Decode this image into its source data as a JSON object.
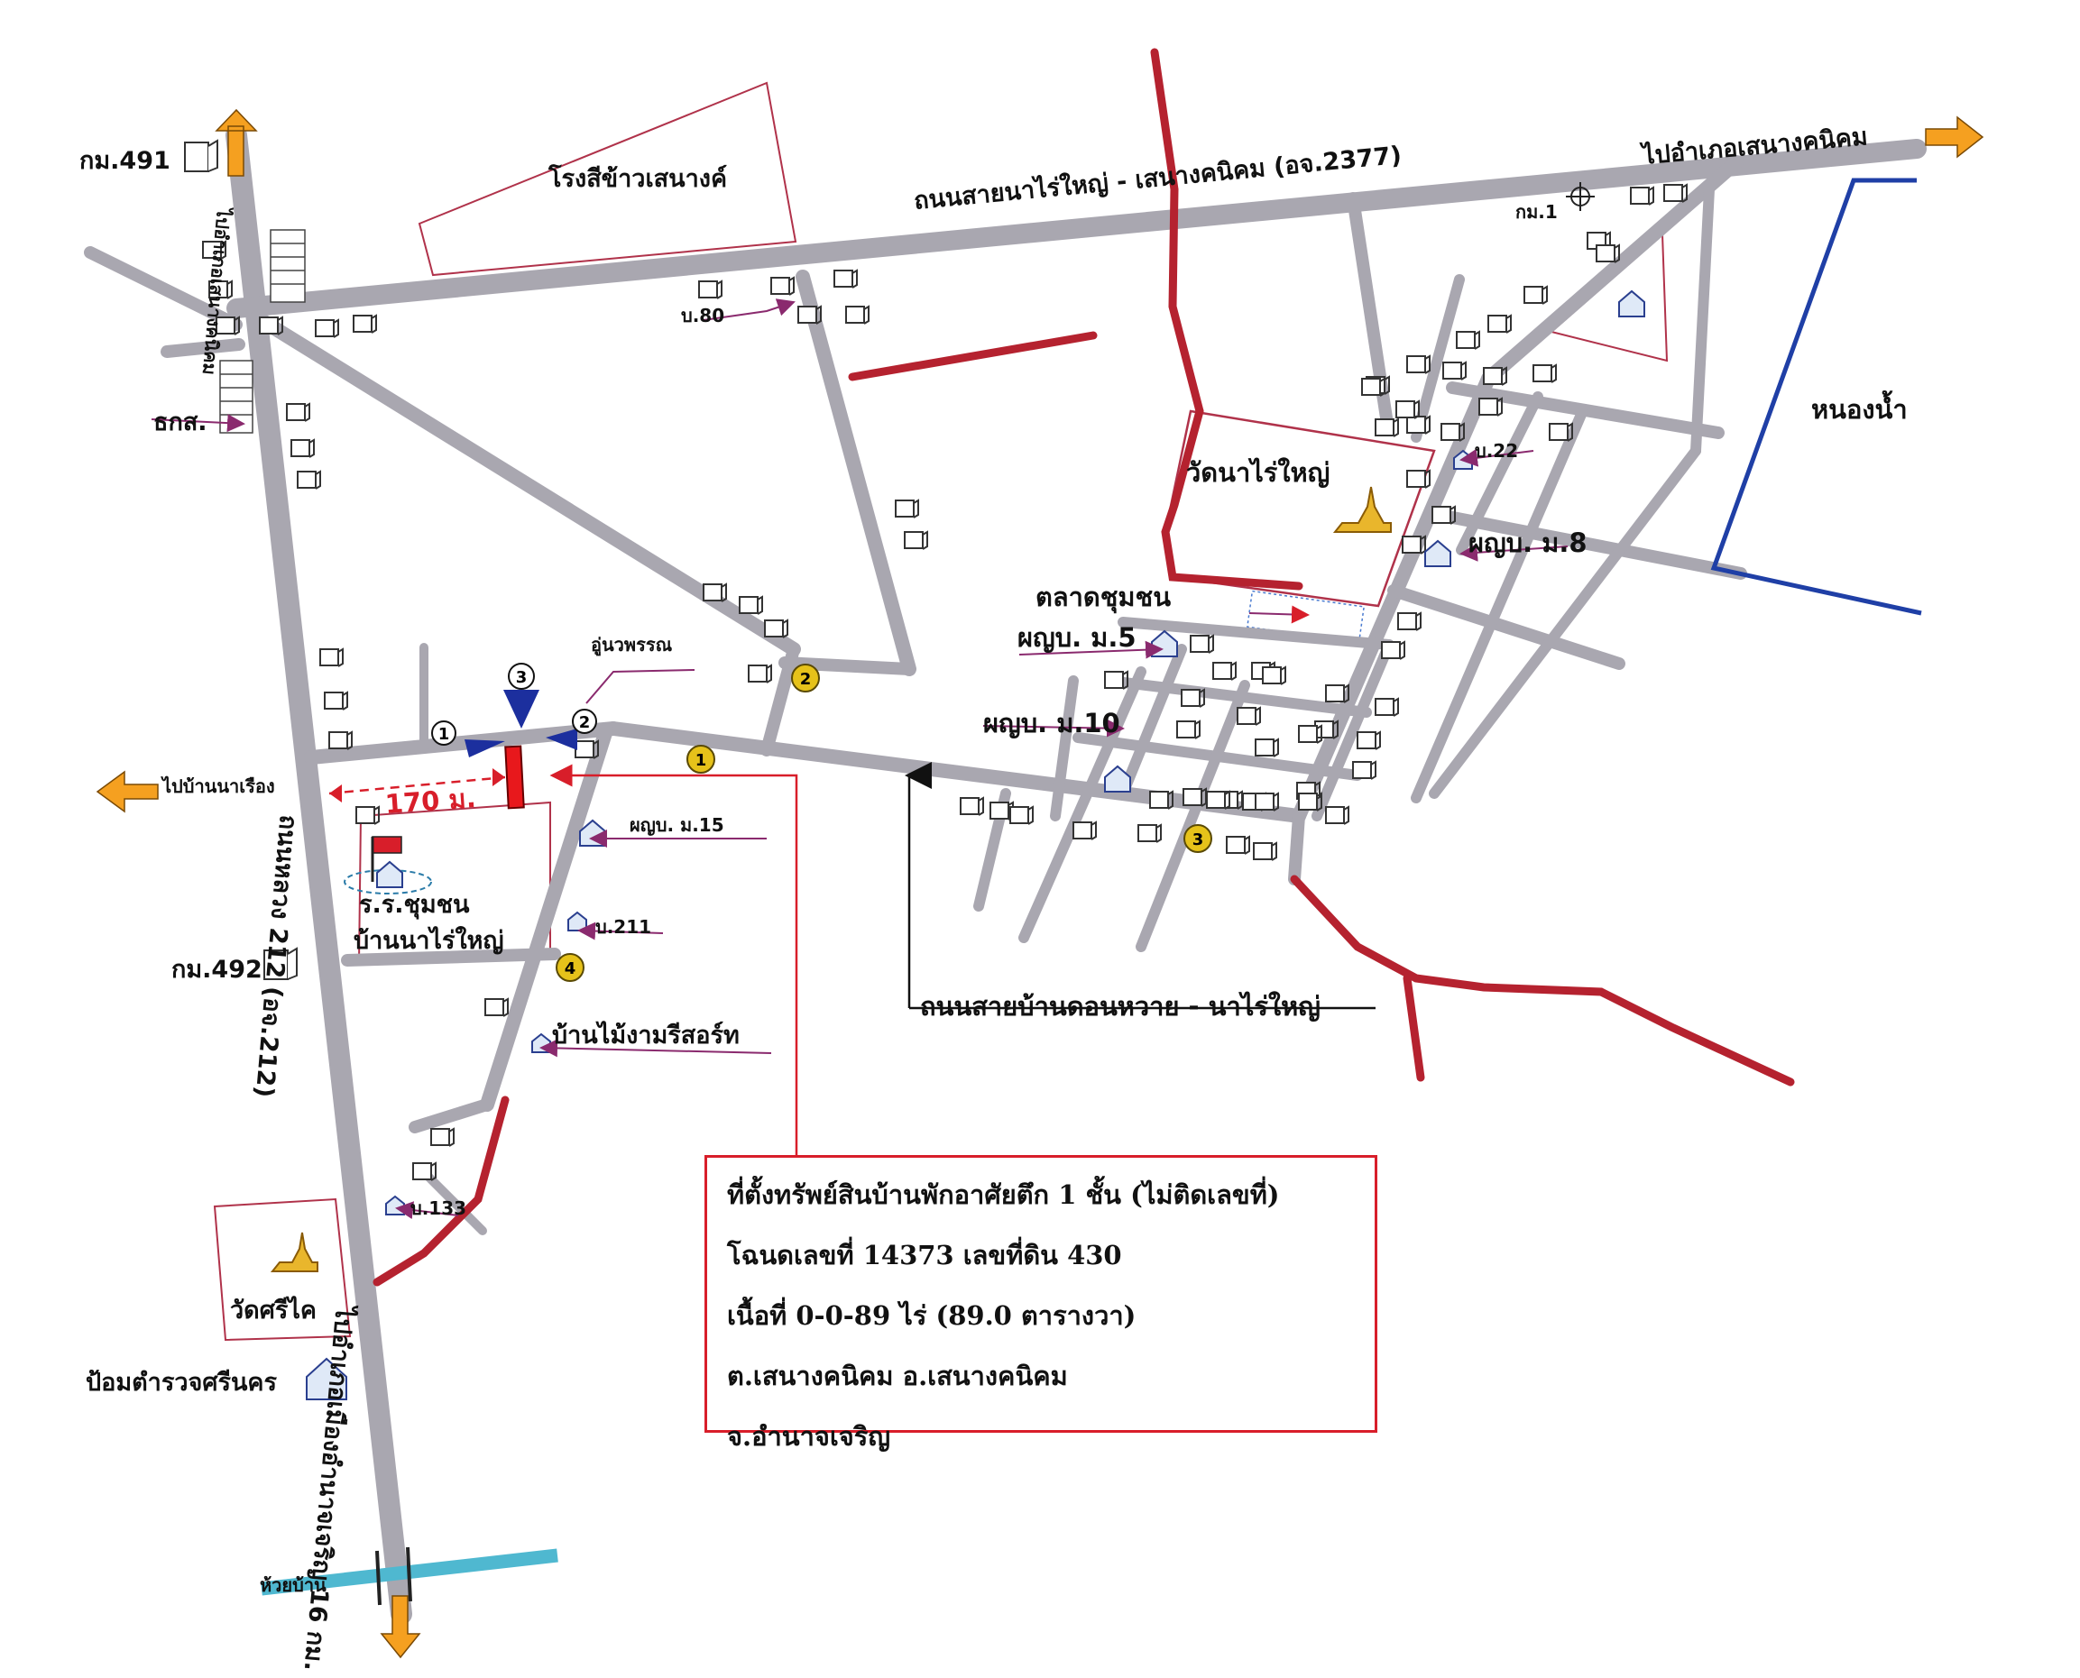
{
  "landmarks": {
    "km491": "กม.491",
    "km492": "กม.492",
    "km1": "กม.1",
    "rice_mill": "โรงสีข้าวเสนางค์",
    "baac": "ธกส.",
    "b80": "บ.80",
    "b22": "บ.22",
    "b211": "บ.211",
    "b133": "บ.133",
    "wat_nari_yai": "วัดนาไร่ใหญ่",
    "wat_sri_khai": "วัดศรีไค",
    "market": "ตลาดชุมชน",
    "village_head_m5": "ผญบ. ม.5",
    "village_head_m8": "ผญบ. ม.8",
    "village_head_m10": "ผญบ. ม.10",
    "village_head_m15": "ผญบ. ม.15",
    "garage": "อู่นวพรรณ",
    "school_line1": "ร.ร.ชุมชน",
    "school_line2": "บ้านนาไร่ใหญ่",
    "resort": "บ้านไม้งามรีสอร์ท",
    "police": "ป้อมตำรวจศรีนคร",
    "pond": "หนองน้ำ",
    "creek": "ห้วยบ้าน"
  },
  "roads": {
    "main_road": "ถนนสายนาไร่ใหญ่ - เสนางคนิคม (อจ.2377)",
    "to_senang": "ไปอำเภอเสนางคนิคม",
    "donhwai_road": "ถนนสายบ้านดอนหวาย - นาไร่ใหญ่",
    "to_na_rueang": "ไปบ้านนาเรือง",
    "highway_upper": "ไปอำเภอเสนางคนิคม",
    "highway_name": "ถนนหลวง 212 (อจ.212)",
    "highway_lower": "ไปอำเภอเมืองอำนาจเจริญ 16 กม."
  },
  "distance": "170 ม.",
  "markers": {
    "yellow": [
      "1",
      "2",
      "3",
      "4"
    ],
    "blue": [
      "1",
      "2",
      "3"
    ]
  },
  "property_info": {
    "line1": "ที่ตั้งทรัพย์สินบ้านพักอาศัยตึก 1 ชั้น (ไม่ติดเลขที่)",
    "line2": "โฉนดเลขที่ 14373  เลขที่ดิน 430",
    "line3": "เนื้อที่ 0-0-89 ไร่ (89.0 ตารางวา)",
    "line4": "ต.เสนางคนิคม อ.เสนางคนิคม",
    "line5": "จ.อำนาจเจริญ"
  },
  "colors": {
    "road": "#a9a7b0",
    "red_road": "#b5222f",
    "water": "#1f3fa6",
    "creek": "#4fb8d0",
    "arrow": "#f5a020",
    "outline": "#b0324a",
    "pointer": "#8a2a6e",
    "property": "#e8181c",
    "marker_blue": "#1c2f9e",
    "marker_yellow": "#e6c21a"
  },
  "icons": [
    "house-icon",
    "temple-icon",
    "km-post-icon",
    "flag-icon",
    "surveyor-icon",
    "arrow-icon"
  ]
}
